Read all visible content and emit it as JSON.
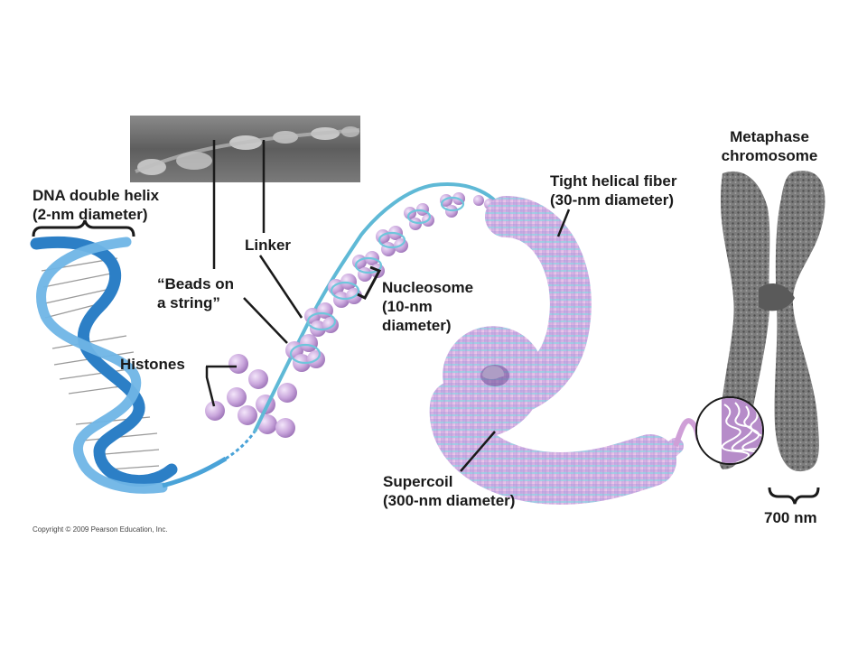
{
  "labels": {
    "dna_helix_line1": "DNA double helix",
    "dna_helix_line2": "(2-nm diameter)",
    "linker": "Linker",
    "beads_line1": "“Beads on",
    "beads_line2": "a string”",
    "histones": "Histones",
    "nucleosome_line1": "Nucleosome",
    "nucleosome_line2": "(10-nm",
    "nucleosome_line3": "diameter)",
    "fiber_line1": "Tight helical fiber",
    "fiber_line2": "(30-nm diameter)",
    "metaphase_line1": "Metaphase",
    "metaphase_line2": "chromosome",
    "supercoil_line1": "Supercoil",
    "supercoil_line2": "(300-nm diameter)",
    "scale": "700 nm"
  },
  "copyright": "Copyright © 2009 Pearson Education, Inc.",
  "colors": {
    "dna_blue": "#3b8fd0",
    "histone_purple": "#c9a6dc",
    "supercoil_pink": "#d8a8d8",
    "fiber_cyan": "#7fd3e0",
    "chromosome_gray": "#6e6e6e"
  }
}
